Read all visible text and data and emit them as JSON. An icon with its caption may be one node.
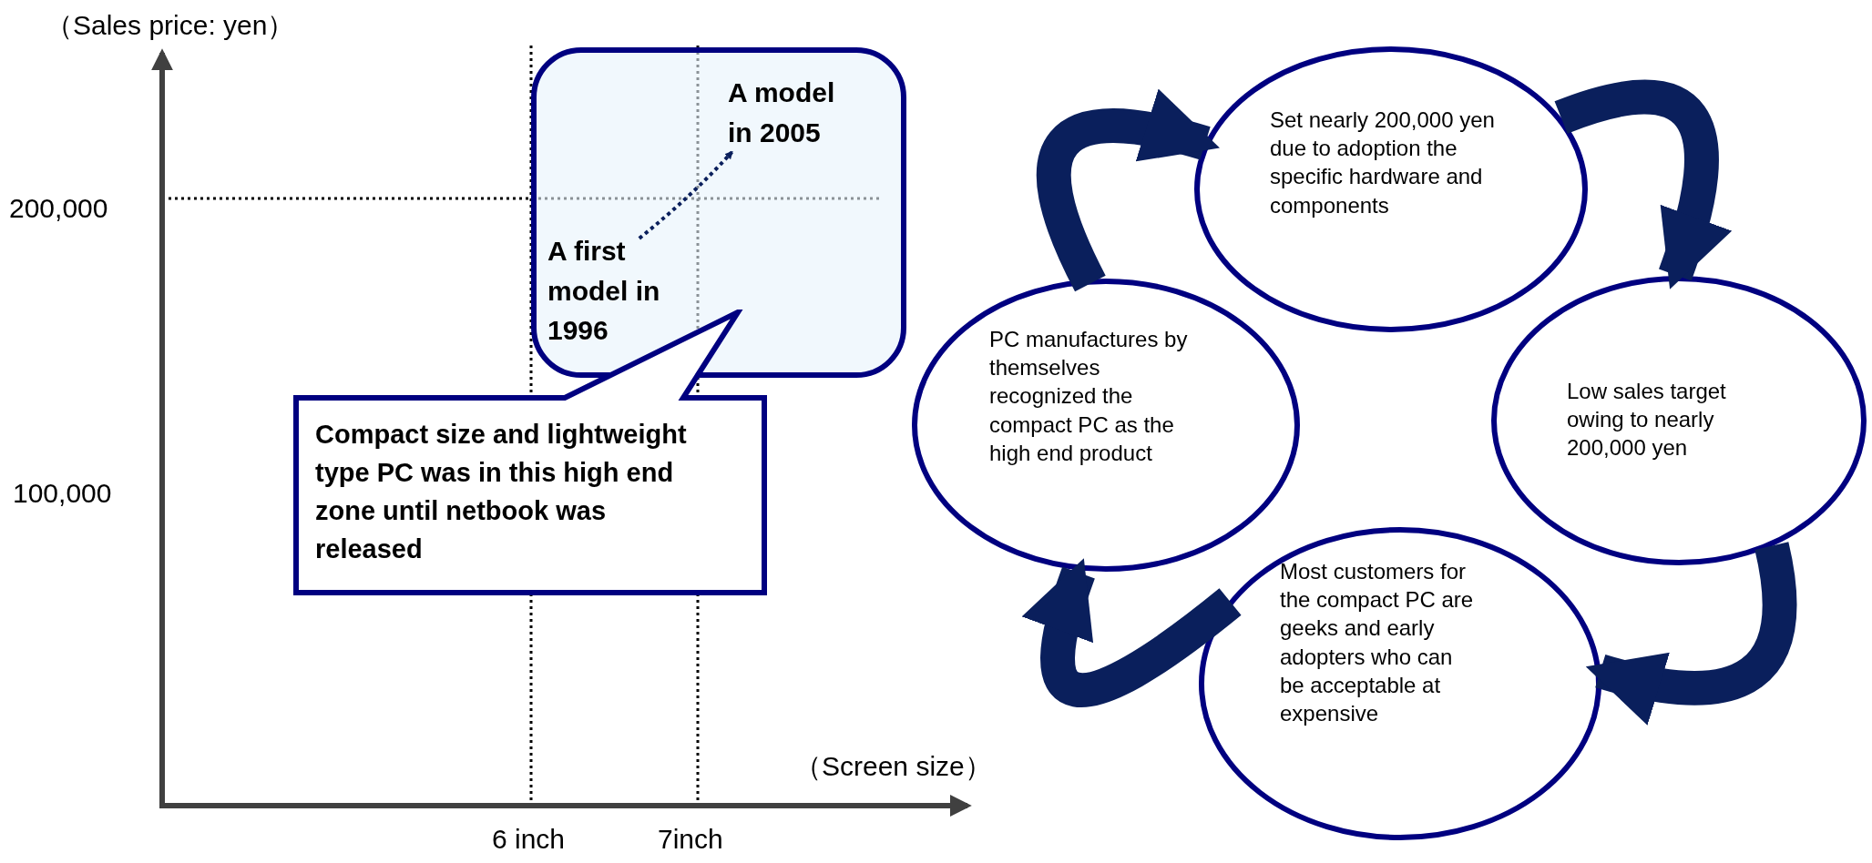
{
  "diagram": {
    "nodes": [
      {
        "text": [],
        "shape": "box"
      },
      {
        "text": [
          "A first model in 1996"
        ],
        "in": 0
      },
      {
        "text": [
          "A model in 2005"
        ],
        "in": 0
      },
      {
        "text": [
          "Compact size and lightweight type PC was in this high end zone until netbook was released"
        ]
      },
      {
        "text": [
          "Set nearly 200,000 yen due to adoption the specific hardware and components"
        ]
      },
      {
        "text": [
          "Low sales target owing to nearly 200,000 yen"
        ]
      },
      {
        "text": [
          "Most customers for the compact PC are geeks and early adopters who can be acceptable at expensive"
        ]
      },
      {
        "text": [
          "PC manufactures by themselves recognized the compact PC as the high end product"
        ]
      }
    ],
    "edges": [
      {
        "from": 1,
        "to": 2,
        "arrow": "to",
        "style": "dashed"
      },
      {
        "from": 4,
        "to": 5,
        "arrow": "to"
      },
      {
        "from": 5,
        "to": 6,
        "arrow": "to"
      },
      {
        "from": 6,
        "to": 7,
        "arrow": "to"
      },
      {
        "from": 7,
        "to": 4,
        "arrow": "to"
      }
    ],
    "labels": [
      "（Sales price: yen）",
      "200,000",
      "100,000",
      "（Screen size）",
      "6 inch",
      "7inch"
    ]
  }
}
